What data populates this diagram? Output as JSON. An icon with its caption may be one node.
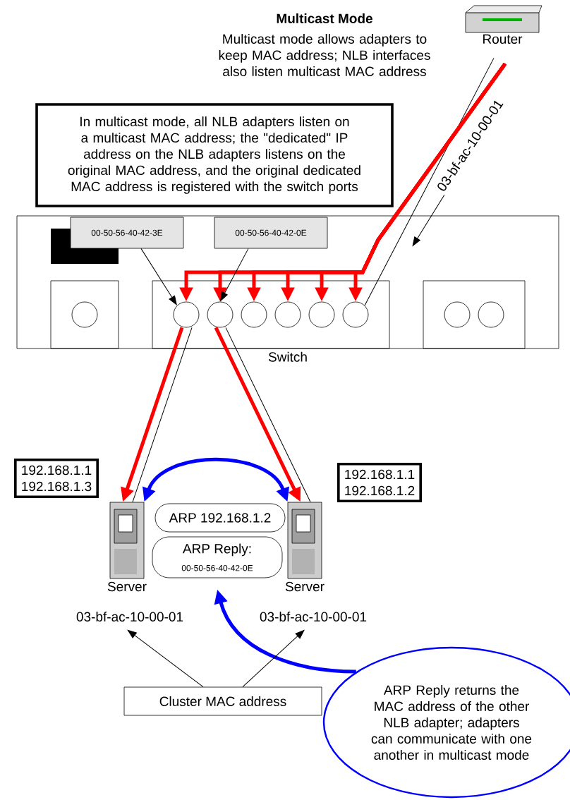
{
  "diagram": {
    "title": "Multicast Mode",
    "nodes": [
      {
        "text": [
          "Router"
        ]
      },
      {
        "text": [
          "In multicast mode, all NLB adapters listen on a multicast MAC address; the \"dedicated\" IP address on the NLB adapters listens on the original MAC address, and the original dedicated MAC address is registered with the switch ports"
        ]
      },
      {
        "text": [
          "Switch"
        ]
      },
      {
        "text": [
          "00-50-56-40-42-3E"
        ],
        "in": 2
      },
      {
        "text": [
          "00-50-56-40-42-0E"
        ],
        "in": 2
      },
      {
        "text": [],
        "shape": "box",
        "in": 2
      },
      {
        "text": [],
        "shape": "circle",
        "in": 5
      },
      {
        "text": [],
        "shape": "box",
        "in": 2
      },
      {
        "text": [],
        "shape": "circle",
        "in": 7
      },
      {
        "text": [],
        "shape": "circle",
        "in": 7
      },
      {
        "text": [],
        "shape": "circle",
        "in": 7
      },
      {
        "text": [],
        "shape": "circle",
        "in": 7
      },
      {
        "text": [],
        "shape": "circle",
        "in": 7
      },
      {
        "text": [],
        "shape": "circle",
        "in": 7
      },
      {
        "text": [],
        "shape": "box",
        "in": 2
      },
      {
        "text": [],
        "shape": "circle",
        "in": 14
      },
      {
        "text": [],
        "shape": "circle",
        "in": 14
      },
      {
        "text": [
          "192.168.1.1",
          "192.168.1.3"
        ]
      },
      {
        "text": [
          "192.168.1.1",
          "192.168.1.2"
        ]
      },
      {
        "text": [
          "Server"
        ],
        "beside": [
          "03-bf-ac-10-00-01"
        ]
      },
      {
        "text": [
          "Server"
        ],
        "beside": [
          "03-bf-ac-10-00-01"
        ]
      },
      {
        "text": [
          "ARP 192.168.1.2"
        ]
      },
      {
        "text": [
          "ARP Reply:",
          "00-50-56-40-42-0E"
        ]
      },
      {
        "text": [
          "Cluster MAC address"
        ]
      },
      {
        "text": [
          "ARP Reply returns the MAC address of the other NLB adapter; adapters can communicate with one another in multicast mode"
        ]
      },
      {
        "text": [
          "03-bf-ac-10-00-01"
        ]
      }
    ],
    "edges": [
      {
        "from": 0,
        "to": 13,
        "arrow": "none"
      },
      {
        "from": 0,
        "to": 8,
        "arrow": "to",
        "color": "#ff0000"
      },
      {
        "from": 0,
        "to": 9,
        "arrow": "to",
        "color": "#ff0000"
      },
      {
        "from": 0,
        "to": 10,
        "arrow": "to",
        "color": "#ff0000"
      },
      {
        "from": 0,
        "to": 11,
        "arrow": "to",
        "color": "#ff0000"
      },
      {
        "from": 0,
        "to": 12,
        "arrow": "to",
        "color": "#ff0000"
      },
      {
        "from": 0,
        "to": 13,
        "arrow": "to",
        "color": "#ff0000"
      },
      {
        "from": 25,
        "to": 2,
        "arrow": "to"
      },
      {
        "from": 3,
        "to": 8,
        "arrow": "to"
      },
      {
        "from": 4,
        "to": 9,
        "arrow": "to"
      },
      {
        "from": 8,
        "to": 19,
        "arrow": "to",
        "color": "#ff0000"
      },
      {
        "from": 8,
        "to": 19,
        "arrow": "none"
      },
      {
        "from": 9,
        "to": 20,
        "arrow": "to",
        "color": "#ff0000"
      },
      {
        "from": 9,
        "to": 20,
        "arrow": "none"
      },
      {
        "from": 19,
        "to": 20,
        "arrow": "both",
        "color": "#0000ff"
      },
      {
        "from": 24,
        "to": 22,
        "arrow": "to",
        "color": "#0000ff"
      },
      {
        "from": 23,
        "to": 19,
        "arrow": "to"
      },
      {
        "from": 23,
        "to": 20,
        "arrow": "to"
      }
    ],
    "labels": [
      "Multicast mode allows adapters to keep MAC address; NLB interfaces also listen multicast MAC address"
    ]
  }
}
